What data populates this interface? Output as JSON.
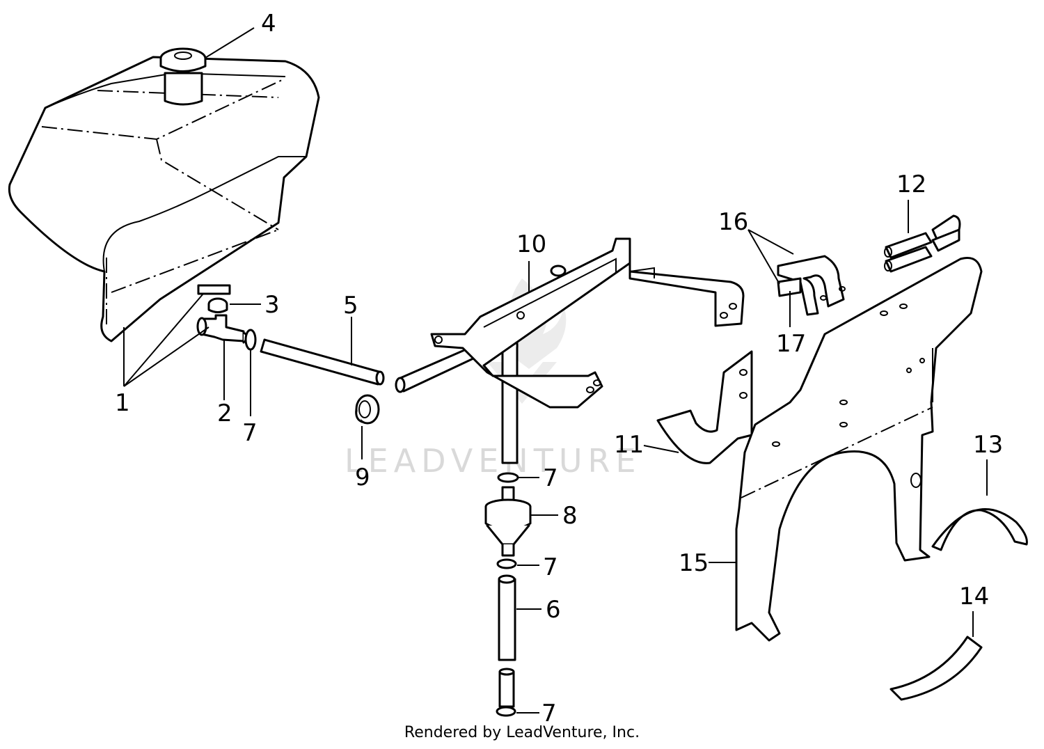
{
  "callouts": [
    {
      "id": "c1",
      "text": "1"
    },
    {
      "id": "c2",
      "text": "2"
    },
    {
      "id": "c3",
      "text": "3"
    },
    {
      "id": "c4",
      "text": "4"
    },
    {
      "id": "c5",
      "text": "5"
    },
    {
      "id": "c6",
      "text": "6"
    },
    {
      "id": "c7a",
      "text": "7"
    },
    {
      "id": "c7b",
      "text": "7"
    },
    {
      "id": "c7c",
      "text": "7"
    },
    {
      "id": "c7d",
      "text": "7"
    },
    {
      "id": "c8",
      "text": "8"
    },
    {
      "id": "c9",
      "text": "9"
    },
    {
      "id": "c10",
      "text": "10"
    },
    {
      "id": "c11",
      "text": "11"
    },
    {
      "id": "c12",
      "text": "12"
    },
    {
      "id": "c13",
      "text": "13"
    },
    {
      "id": "c14",
      "text": "14"
    },
    {
      "id": "c15",
      "text": "15"
    },
    {
      "id": "c16",
      "text": "16"
    },
    {
      "id": "c17",
      "text": "17"
    }
  ],
  "watermark": "LEADVENTURE",
  "credit": "Rendered by LeadVenture, Inc."
}
